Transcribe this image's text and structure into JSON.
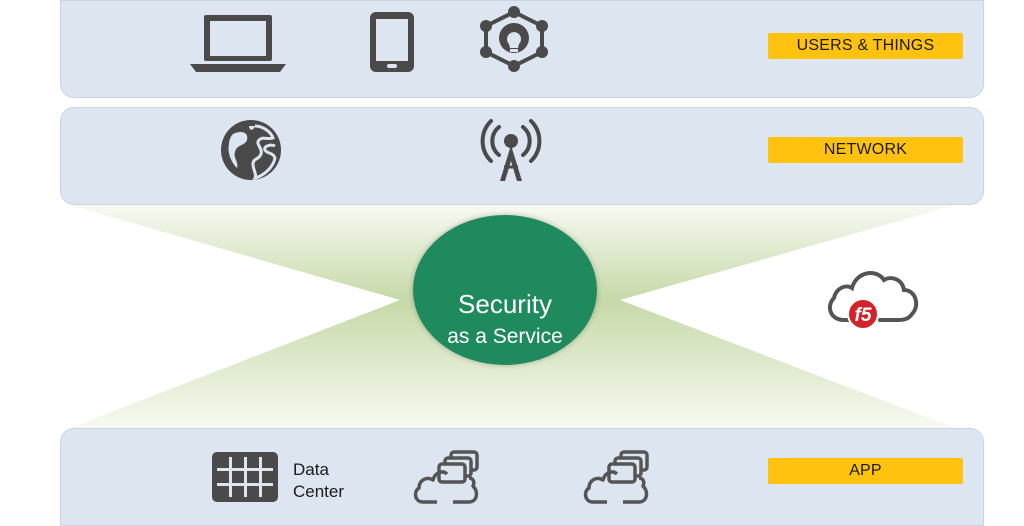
{
  "layers": {
    "users_things": {
      "label": "USERS & THINGS",
      "icons": [
        "laptop-icon",
        "tablet-icon",
        "iot-hub-icon"
      ]
    },
    "network": {
      "label": "NETWORK",
      "icons": [
        "globe-icon",
        "cell-tower-icon"
      ]
    },
    "app": {
      "label": "APP",
      "icons": [
        "data-center-icon",
        "cloud-servers-icon",
        "cloud-servers-icon"
      ]
    }
  },
  "center": {
    "title": "Security",
    "subtitle": "as a Service"
  },
  "data_center": {
    "line1": "Data",
    "line2": "Center"
  },
  "cloud_brand": {
    "badge": "f5",
    "icon": "f5-cloud-icon"
  },
  "colors": {
    "band_fill": "#dde5f0",
    "label_fill": "#ffc20e",
    "circle_fill": "#1f8a5e",
    "icon_dark": "#4a4a4a",
    "f5_red": "#d2232a"
  }
}
